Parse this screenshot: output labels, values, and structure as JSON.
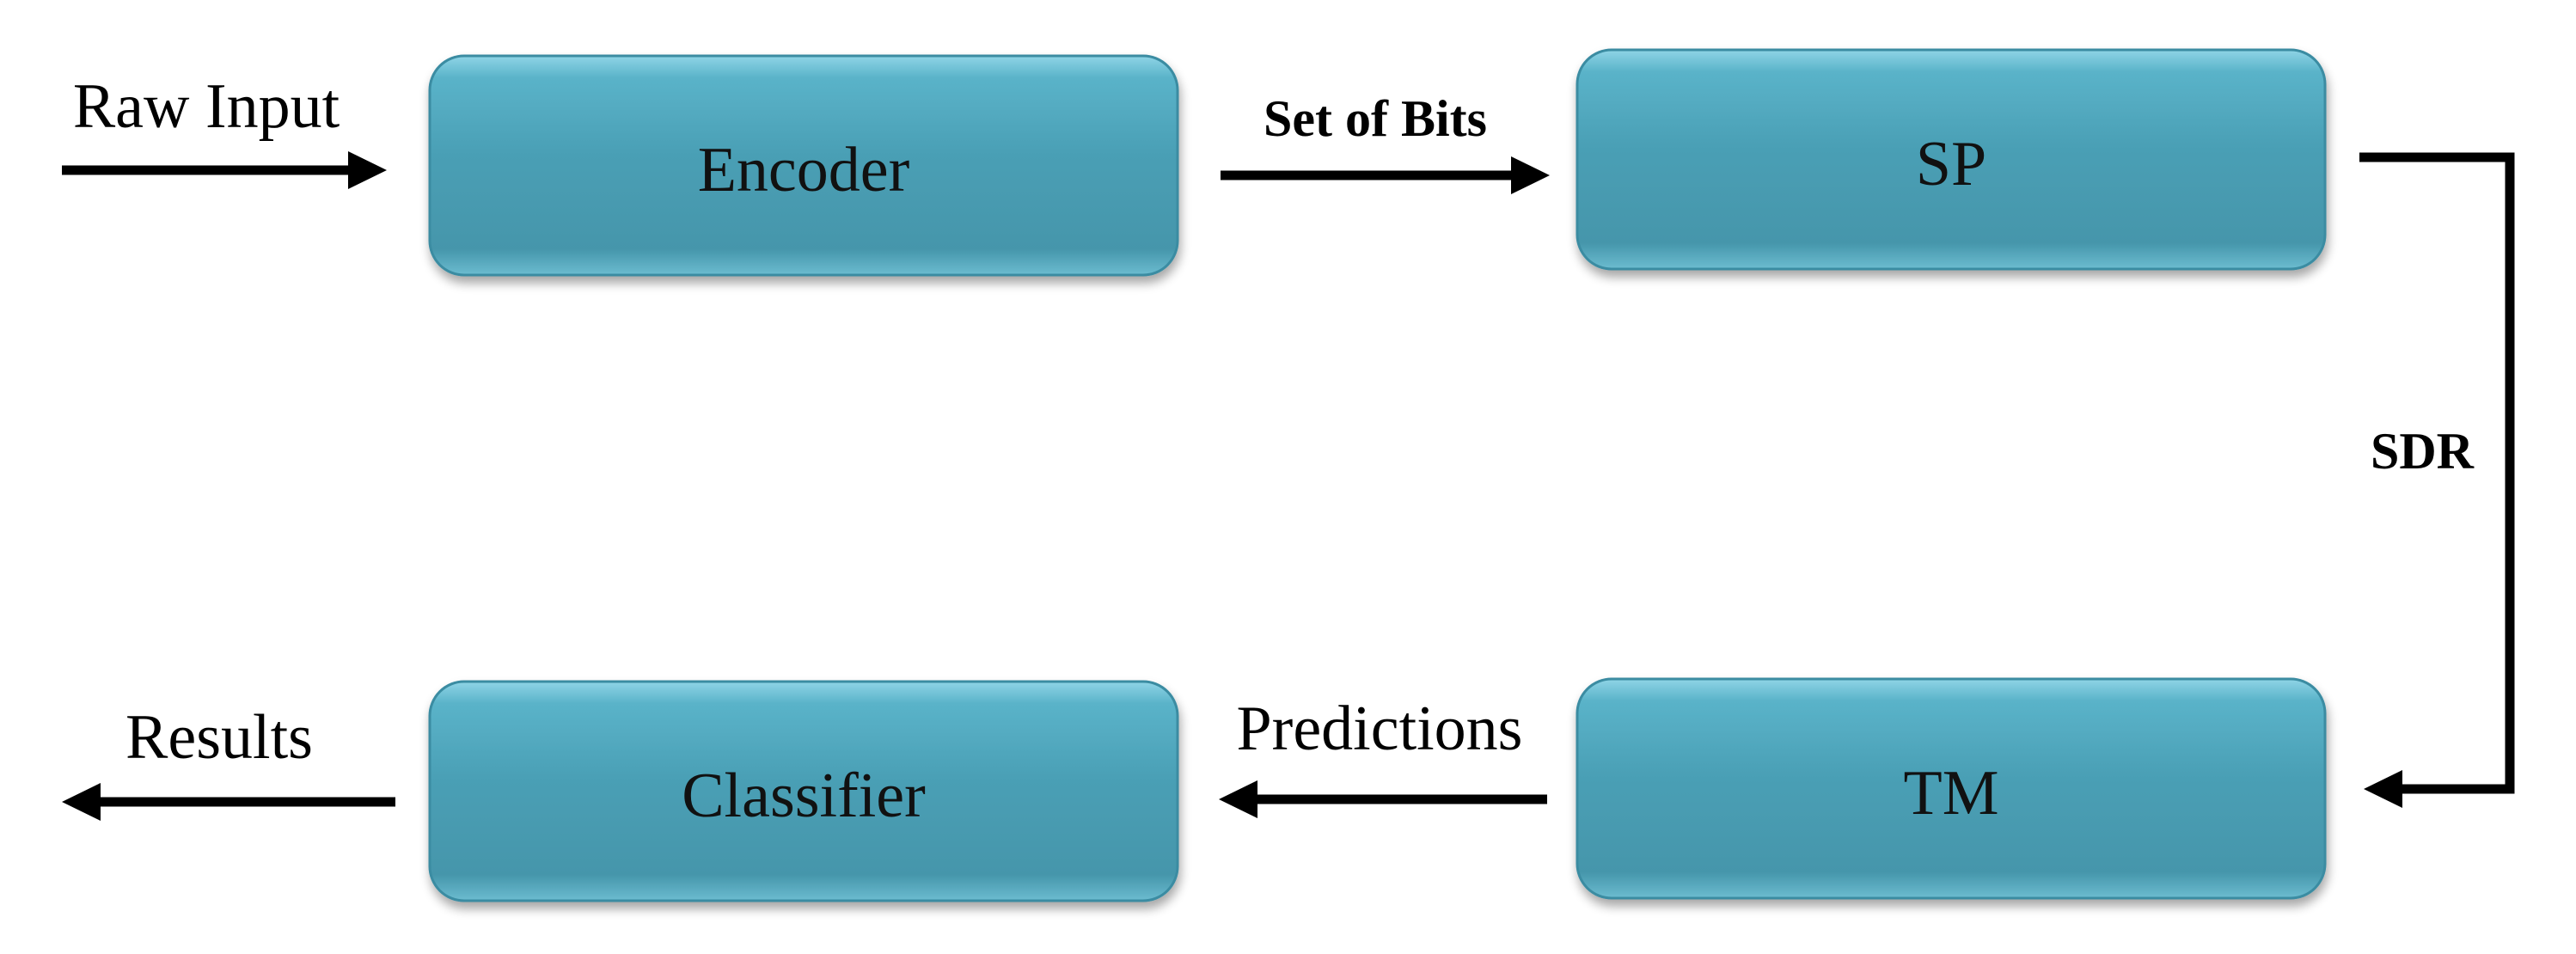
{
  "nodes": {
    "encoder": "Encoder",
    "sp": "SP",
    "tm": "TM",
    "classifier": "Classifier"
  },
  "edges": {
    "raw_input": "Raw Input",
    "set_of_bits": "Set of Bits",
    "sdr": "SDR",
    "predictions": "Predictions",
    "results": "Results"
  },
  "colors": {
    "box_fill": "#4a9fb5",
    "box_top_highlight": "#8fd4e6",
    "box_bottom_shade": "#3d8aa0",
    "arrow": "#000000"
  }
}
